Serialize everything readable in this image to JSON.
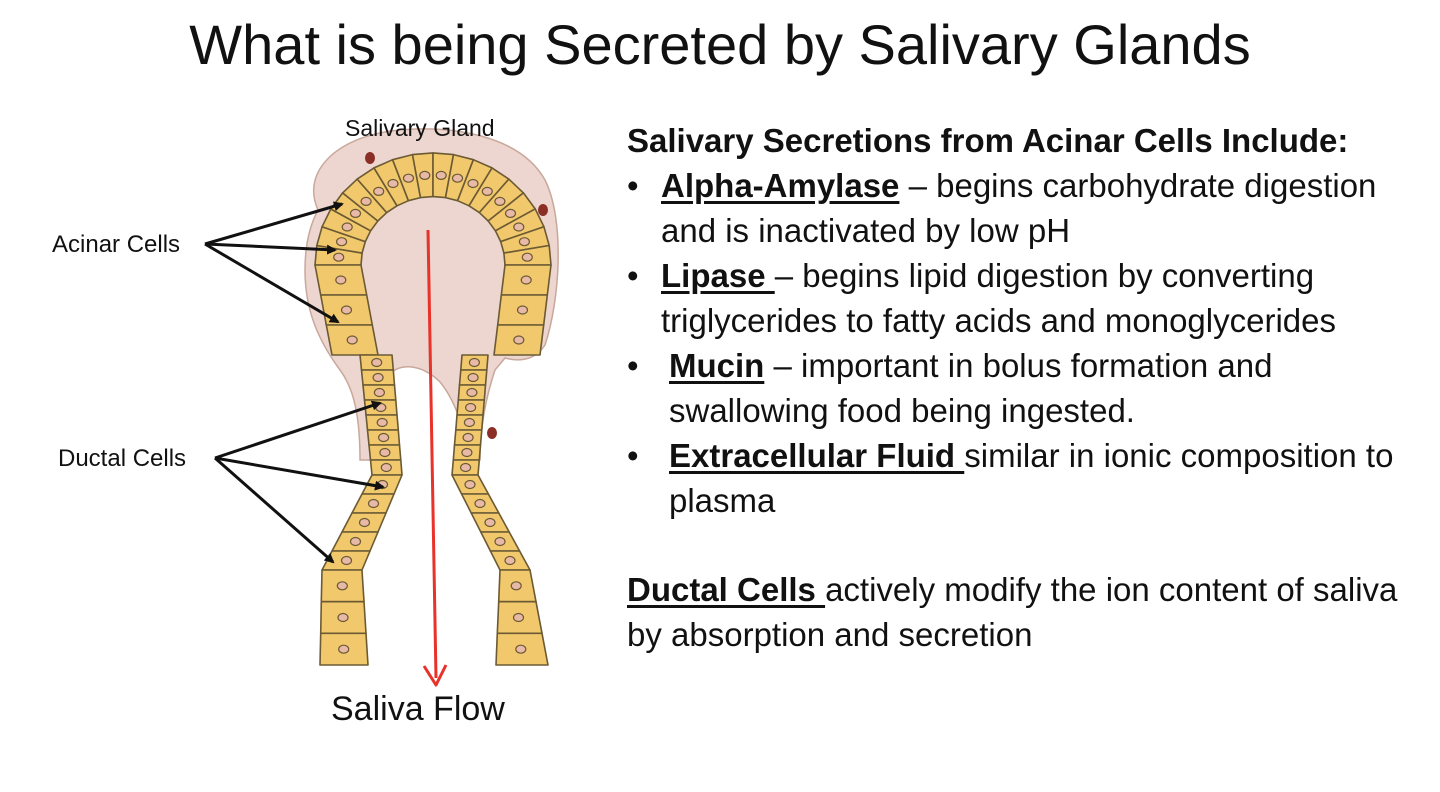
{
  "title": "What is being Secreted by Salivary Glands",
  "diagram": {
    "labels": {
      "gland": "Salivary Gland",
      "acinar": "Acinar Cells",
      "ductal": "Ductal Cells",
      "flow": "Saliva Flow"
    },
    "colors": {
      "cell_fill": "#f1c86c",
      "cell_outline": "#6b5a33",
      "nucleus": "#e9b9a8",
      "tissue": "#ecd6cf",
      "tissue_nucleus": "#8a2e26",
      "flow_arrow": "#e8322a",
      "pointer": "#111111"
    }
  },
  "panel": {
    "heading": "Salivary Secretions from Acinar Cells Include:",
    "bullets": [
      {
        "term": "Alpha-Amylase",
        "text": " – begins carbohydrate digestion and is inactivated by low pH"
      },
      {
        "term": "Lipase ",
        "text": "– begins lipid digestion by converting triglycerides to fatty acids and monoglycerides"
      },
      {
        "term": "Mucin",
        "text": " – important in bolus formation and swallowing food being ingested."
      },
      {
        "term": "Extracellular Fluid ",
        "text": "similar in ionic composition to plasma"
      }
    ],
    "ductal": {
      "term": "Ductal Cells ",
      "text": "actively modify the ion content of saliva by absorption and secretion"
    }
  }
}
